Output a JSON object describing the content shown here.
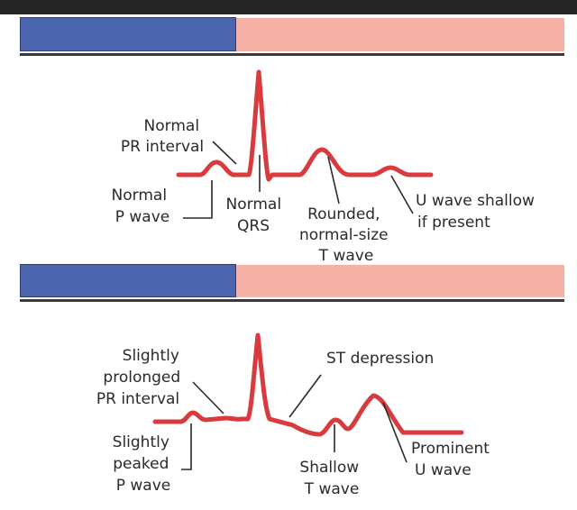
{
  "colors": {
    "waveform": "#d93a3e",
    "leader": "#2a2a2a",
    "header_blue": "#4a65ad",
    "header_pink": "#f6b2a6",
    "top_bar": "#262626"
  },
  "panel1": {
    "labels": {
      "pr_interval": [
        "Normal",
        "PR interval"
      ],
      "p_wave": [
        "Normal",
        "P wave"
      ],
      "qrs": [
        "Normal",
        "QRS"
      ],
      "t_wave": [
        "Rounded,",
        "normal-size",
        "T wave"
      ],
      "u_wave": [
        "U wave shallow",
        "if present"
      ]
    }
  },
  "panel2": {
    "labels": {
      "pr_interval": [
        "Slightly",
        "prolonged",
        "PR interval"
      ],
      "p_wave": [
        "Slightly",
        "peaked",
        "P wave"
      ],
      "st": [
        "ST depression"
      ],
      "t_wave": [
        "Shallow",
        "T wave"
      ],
      "u_wave": [
        "Prominent",
        "U wave"
      ]
    }
  }
}
